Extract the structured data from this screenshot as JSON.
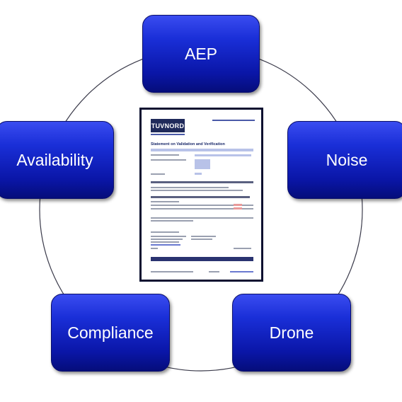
{
  "nodes": {
    "top": "AEP",
    "left": "Availability",
    "right": "Noise",
    "bottom_left": "Compliance",
    "bottom_right": "Drone"
  },
  "document": {
    "logo": "TUVNORD",
    "title": "Statement on Validation and Verification"
  },
  "colors": {
    "node_fill": "#1a2fd8",
    "node_border": "#0a0f6b",
    "ring": "#3a3a4a",
    "document_border": "#0b1030"
  }
}
